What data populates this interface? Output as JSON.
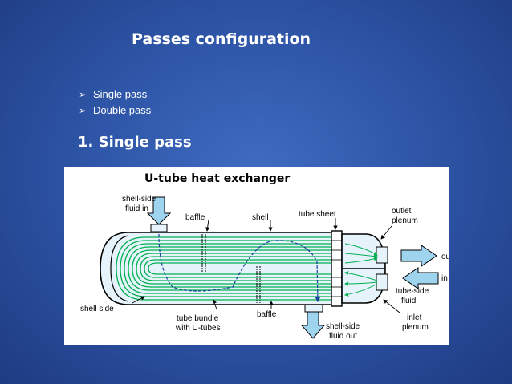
{
  "slide": {
    "title": "Passes configuration",
    "bullets": [
      "Single pass",
      "Double pass"
    ],
    "bullet_marker": "➢",
    "section_heading": "1. Single pass"
  },
  "diagram": {
    "title": "U-tube heat exchanger",
    "labels": {
      "shell_side_fluid_in_1": "shell-side",
      "shell_side_fluid_in_2": "fluid in",
      "baffle_top": "baffle",
      "shell": "shell",
      "tube_sheet": "tube sheet",
      "outlet_plenum_1": "outlet",
      "outlet_plenum_2": "plenum",
      "out": "out",
      "in": "in",
      "tube_side_fluid_1": "tube-side",
      "tube_side_fluid_2": "fluid",
      "shell_side": "shell side",
      "tube_bundle_1": "tube bundle",
      "tube_bundle_2": "with U-tubes",
      "baffle_bottom": "baffle",
      "shell_side_fluid_out_1": "shell-side",
      "shell_side_fluid_out_2": "fluid out",
      "inlet_plenum_1": "inlet",
      "inlet_plenum_2": "plenum"
    },
    "colors": {
      "shell_fill": "#e6f3fb",
      "tube_green": "#00b050",
      "arrow_fill": "#9fd4ef",
      "flow_blue": "#1e3ea0"
    }
  }
}
